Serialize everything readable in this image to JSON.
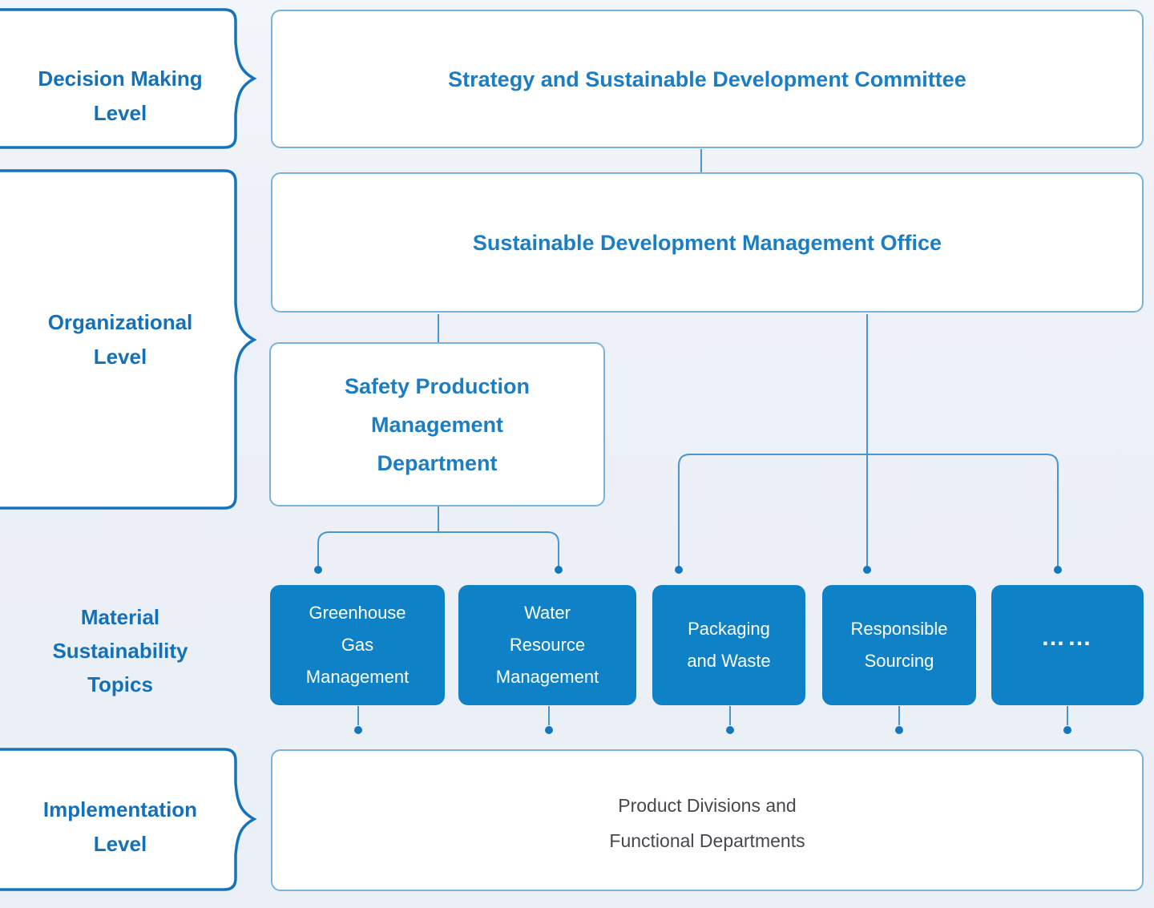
{
  "levels": [
    {
      "id": "decision",
      "lines": [
        "Decision Making",
        "Level"
      ]
    },
    {
      "id": "organizational",
      "lines": [
        "Organizational",
        "Level"
      ]
    },
    {
      "id": "material",
      "lines": [
        "Material",
        "Sustainability",
        "Topics"
      ]
    },
    {
      "id": "implementation",
      "lines": [
        "Implementation",
        "Level"
      ]
    }
  ],
  "nodes": {
    "strategy_committee": {
      "label": "Strategy and Sustainable Development Committee"
    },
    "management_office": {
      "label": "Sustainable Development Management Office"
    },
    "safety_department": {
      "lines": [
        "Safety Production",
        "Management",
        "Department"
      ]
    },
    "implementation_body": {
      "lines": [
        "Product Divisions and",
        "Functional Departments"
      ]
    }
  },
  "topics": [
    {
      "id": "greenhouse-gas",
      "lines": [
        "Greenhouse",
        "Gas",
        "Management"
      ]
    },
    {
      "id": "water-resource",
      "lines": [
        "Water",
        "Resource",
        "Management"
      ]
    },
    {
      "id": "packaging-waste",
      "lines": [
        "Packaging",
        "and Waste"
      ]
    },
    {
      "id": "responsible-sourcing",
      "lines": [
        "Responsible",
        "Sourcing"
      ]
    },
    {
      "id": "more",
      "lines": [
        "……"
      ]
    }
  ],
  "colors": {
    "background": "#edf1f7",
    "label_text": "#1470b9",
    "heading_text": "#1b7ec4",
    "body_text": "#45474e",
    "topic_fill": "#0f81c6",
    "topic_text": "#ffffff",
    "connector": "#4a95cd",
    "bracket_border": "#1573bc",
    "box_border": "#79b3dc"
  }
}
